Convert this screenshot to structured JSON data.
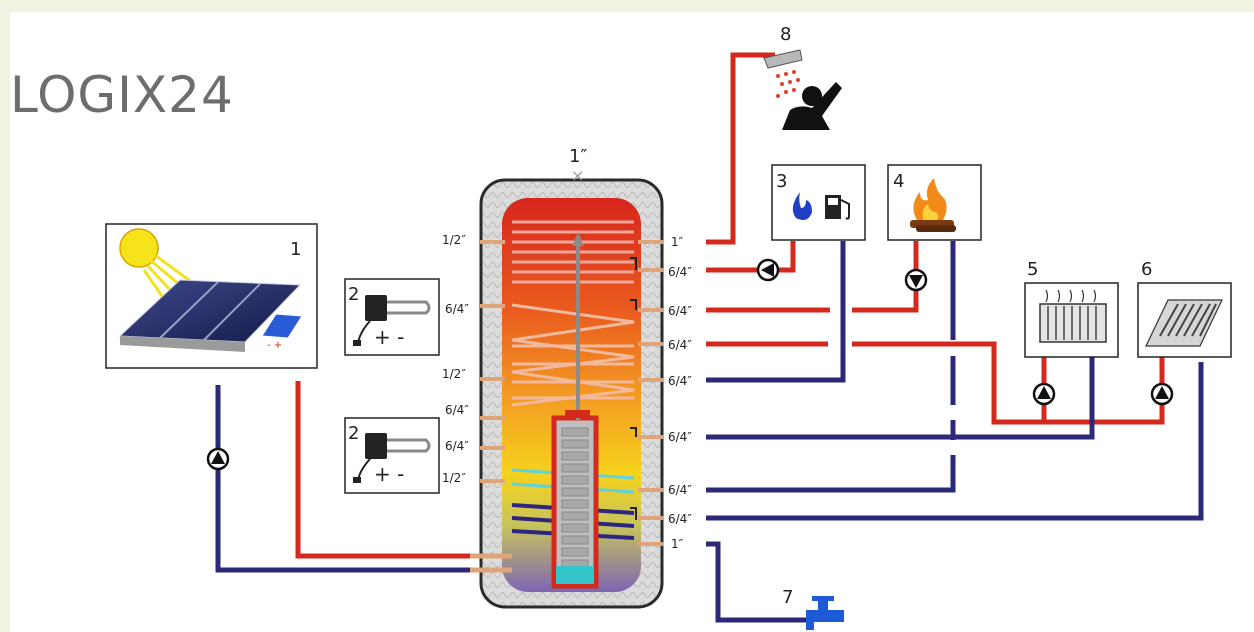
{
  "title": "LOGIX24",
  "colors": {
    "hot_pipe": "#d42a1e",
    "cold_pipe": "#2c2a78",
    "connector": "#e0a47a",
    "tap_blue": "#1f5ad6",
    "frame": "#222222"
  },
  "component_numbers": {
    "solar": "1",
    "heater_upper": "2",
    "heater_lower": "2",
    "gas_oil": "3",
    "wood": "4",
    "radiator": "5",
    "floor_heating": "6",
    "cold_water": "7",
    "shower": "8"
  },
  "heater_signs": {
    "upper": "+ -",
    "lower": "+ -"
  },
  "top_connection": "1″",
  "left_connections": [
    "1/2″",
    "6/4″",
    "1/2″",
    "6/4″",
    "6/4″",
    "1/2″"
  ],
  "right_connections": [
    "1″",
    "6/4″",
    "6/4″",
    "6/4″",
    "6/4″",
    "6/4″",
    "6/4″",
    "6/4″",
    "1″"
  ],
  "icons": {
    "sun": "sun-icon",
    "solar_panel": "solar-panel-icon",
    "heating_element": "heating-element-icon",
    "gas_flame": "gas-flame-icon",
    "fuel_pump": "fuel-pump-icon",
    "fire": "wood-fire-icon",
    "radiator": "radiator-icon",
    "underfloor": "underfloor-heating-icon",
    "shower": "shower-icon",
    "tap": "water-tap-icon",
    "pump": "pump-icon"
  }
}
